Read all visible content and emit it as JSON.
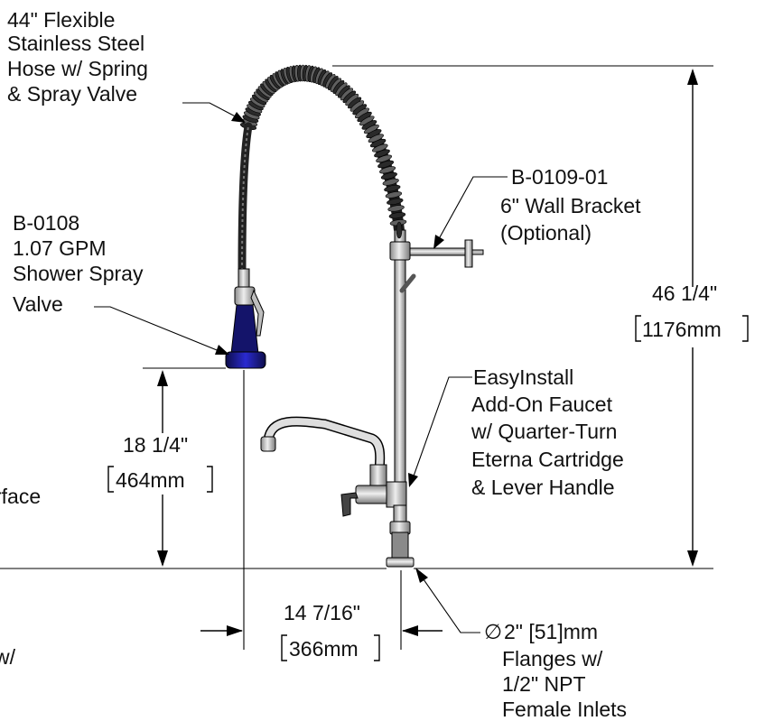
{
  "callouts": {
    "hose": [
      "44\" Flexible",
      "Stainless Steel",
      "Hose w/ Spring",
      "& Spray Valve"
    ],
    "spray_valve": [
      "B-0108",
      "1.07 GPM",
      "Shower Spray",
      "Valve"
    ],
    "wall_bracket": [
      "B-0109-01",
      "6\" Wall Bracket",
      "(Optional)"
    ],
    "add_on_faucet": [
      "EasyInstall",
      "Add-On Faucet",
      "w/ Quarter-Turn",
      "Eterna Cartridge",
      "& Lever Handle"
    ],
    "flanges": [
      "2\" [51]mm",
      "Flanges w/",
      "1/2\" NPT",
      "Female Inlets"
    ],
    "flanges_symbol": "∅",
    "left_edge_partial_1": "rface",
    "left_edge_partial_2": "w/"
  },
  "dimensions": {
    "overall_height_in": "46 1/4\"",
    "overall_height_mm": "1176mm",
    "valve_height_in": "18 1/4\"",
    "valve_height_mm": "464mm",
    "valve_offset_in": "14 7/16\"",
    "valve_offset_mm": "366mm"
  },
  "colors": {
    "line": "#000000",
    "hose_dark": "#2a2a2a",
    "hose_mid": "#6b6b6b",
    "chrome_light": "#d9d9d9",
    "chrome_mid": "#9a9a9a",
    "valve_blue": "#1a1aa8",
    "valve_dark": "#0d0d4a"
  }
}
